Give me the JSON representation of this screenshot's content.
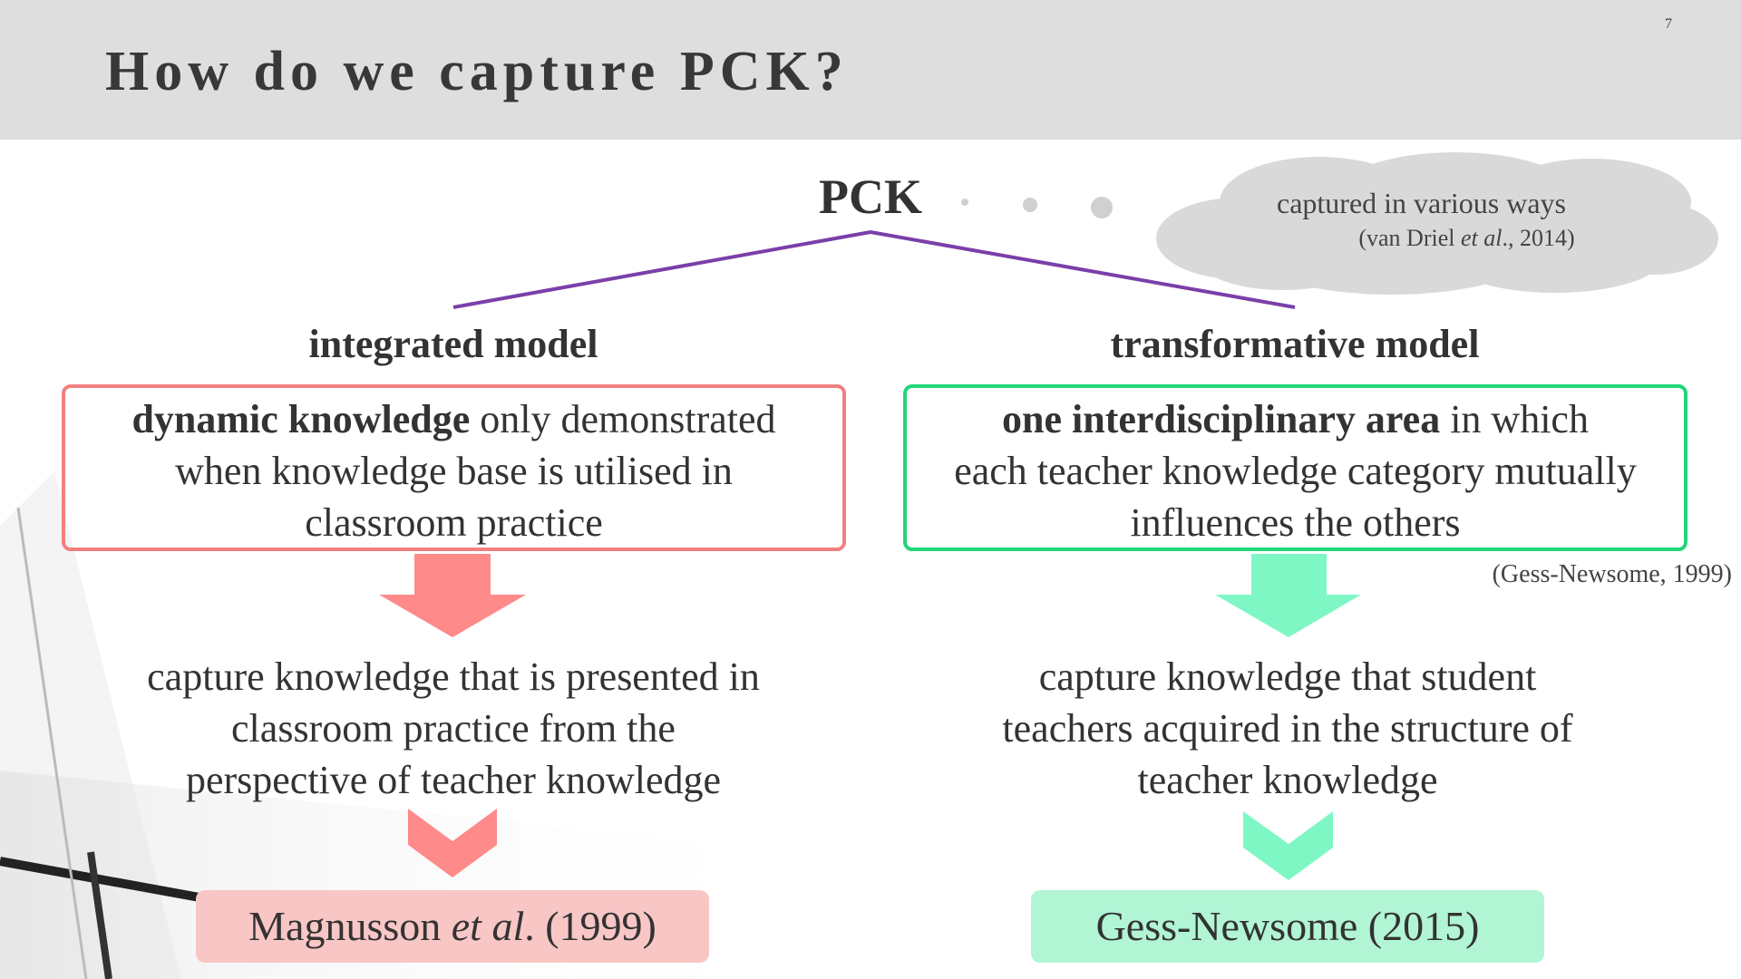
{
  "slide": {
    "title": "How do we capture PCK?",
    "number": "7"
  },
  "root": {
    "label": "PCK"
  },
  "thought_cloud": {
    "text": "captured in various ways",
    "citation_prefix": "(van Driel ",
    "citation_italic": "et al",
    "citation_suffix": "., 2014)"
  },
  "left_model": {
    "title": "integrated model",
    "box_bold": "dynamic knowledge",
    "box_rest_line1": " only demonstrated",
    "box_line2": "when knowledge base is utilised in",
    "box_line3": "classroom practice",
    "capture_line1": "capture knowledge that is presented in",
    "capture_line2": "classroom practice from the",
    "capture_line3": "perspective of  teacher knowledge",
    "reference_prefix": "Magnusson ",
    "reference_italic": "et al",
    "reference_suffix": ". (1999)",
    "color": "#f08080",
    "arrow_color": "#ff8a8a",
    "ref_bg": "#f9c6c6"
  },
  "right_model": {
    "title": "transformative model",
    "box_bold": "one interdisciplinary area",
    "box_rest_line1": " in which",
    "box_line2": "each teacher knowledge category mutually",
    "box_line3": "influences the others",
    "box_citation": "(Gess-Newsome, 1999)",
    "capture_line1": "capture knowledge that student",
    "capture_line2": "teachers acquired in the structure of",
    "capture_line3": "teacher knowledge",
    "reference": "Gess-Newsome (2015)",
    "color": "#20d67a",
    "arrow_color": "#7ff7c4",
    "ref_bg": "#b1f5d5"
  },
  "tree_line_color": "#7a3fa8"
}
